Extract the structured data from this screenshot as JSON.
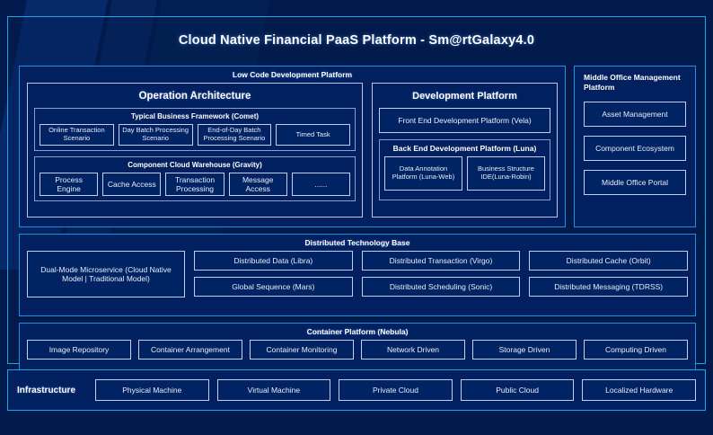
{
  "header": {
    "title": "Cloud Native Financial PaaS Platform - Sm@rtGalaxy4.0"
  },
  "colors": {
    "page_background": "#001a4d",
    "panel_background": "#002060",
    "outer_border": "#18a6e8",
    "band_border": "#1f8fe0",
    "chip_border": "#c3cdf0",
    "text": "#ffffff"
  },
  "low_code": {
    "title": "Low Code Development Platform",
    "operation_architecture": {
      "title": "Operation Architecture",
      "typical_business_framework": {
        "title": "Typical Business Framework (Comet)",
        "items": [
          "Online Transaction Scenario",
          "Day Batch Processing Scenario",
          "End-of-Day Batch Processing Scenario",
          "Timed Task"
        ]
      },
      "component_cloud_warehouse": {
        "title": "Component Cloud Warehouse (Gravity)",
        "items": [
          "Process Engine",
          "Cache Access",
          "Transaction Processing",
          "Message Access",
          "......"
        ]
      }
    },
    "development_platform": {
      "title": "Development Platform",
      "front_end": "Front End Development Platform (Vela)",
      "back_end": {
        "title": "Back End Development Platform (Luna)",
        "items": [
          "Data Annotation Platform (Luna-Web)",
          "Business Structure IDE(Luna-Robin)"
        ]
      }
    }
  },
  "middle_office": {
    "title": "Middle Office Management Platform",
    "items": [
      "Asset Management",
      "Component Ecosystem",
      "Middle Office Portal"
    ]
  },
  "distributed_technology_base": {
    "title": "Distributed Technology Base",
    "highlight": "Dual-Mode Microservice (Cloud Native Model | Traditional Model)",
    "column_1": [
      "Distributed Data (Libra)",
      "Global Sequence (Mars)"
    ],
    "column_2": [
      "Distributed Transaction (Virgo)",
      "Distributed Scheduling (Sonic)"
    ],
    "column_3": [
      "Distributed Cache (Orbit)",
      "Distributed Messaging (TDRSS)"
    ]
  },
  "container_platform": {
    "title": "Container Platform (Nebula)",
    "items": [
      "Image Repository",
      "Container Arrangement",
      "Container Monitoring",
      "Network Driven",
      "Storage Driven",
      "Computing Driven"
    ]
  },
  "infrastructure": {
    "label": "Infrastructure",
    "items": [
      "Physical Machine",
      "Virtual Machine",
      "Private Cloud",
      "Public Cloud",
      "Localized Hardware"
    ]
  }
}
